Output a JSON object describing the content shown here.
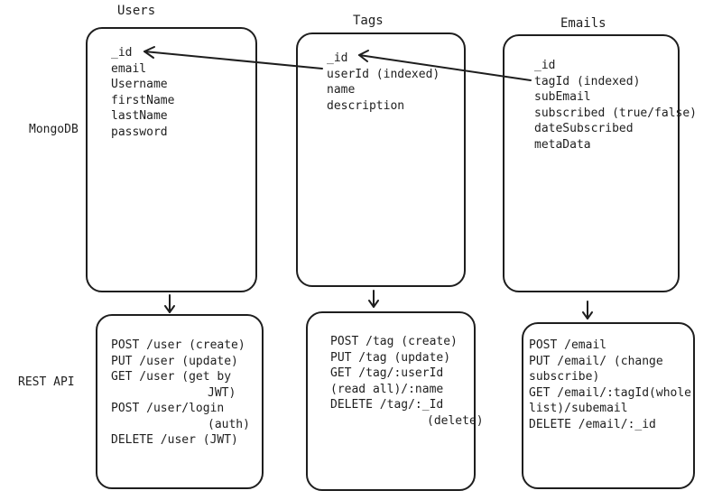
{
  "labels": {
    "users": "Users",
    "tags": "Tags",
    "emails": "Emails",
    "mongodb": "MongoDB",
    "rest_api": "REST API"
  },
  "users_fields": [
    "_id",
    "email",
    "Username",
    "firstName",
    "lastName",
    "password"
  ],
  "tags_fields": [
    "_id",
    "userId (indexed)",
    "name",
    "description"
  ],
  "emails_fields": [
    "_id",
    "tagId (indexed)",
    "subEmail",
    "subscribed (true/false)",
    "dateSubscribed",
    "metaData"
  ],
  "users_api": [
    "POST /user (create)",
    "PUT  /user (update)",
    "GET  /user (get by",
    "JWT)",
    "POST /user/login",
    "(auth)",
    "DELETE /user (JWT)"
  ],
  "tags_api": [
    "POST /tag (create)",
    "PUT  /tag (update)",
    "GET  /tag/:userId",
    "(read all)/:name",
    "DELETE /tag/:_Id",
    "(delete)"
  ],
  "emails_api": [
    "POST /email",
    "PUT /email/ (change",
    "subscribe)",
    "GET /email/:tagId(whole",
    "list)/subemail",
    "DELETE /email/:_id"
  ]
}
